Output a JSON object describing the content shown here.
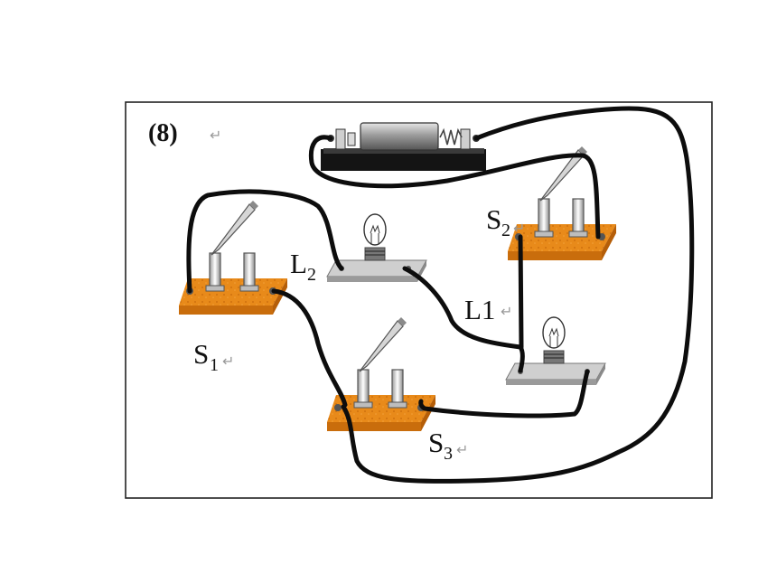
{
  "figure": {
    "number_label": "(8)",
    "return_mark": "↵"
  },
  "components": {
    "s1": {
      "main": "S",
      "sub": "1"
    },
    "s2": {
      "main": "S",
      "sub": "2"
    },
    "s3": {
      "main": "S",
      "sub": "3"
    },
    "l2": {
      "main": "L",
      "sub": "2"
    },
    "l1": {
      "text": "L1"
    }
  },
  "colors": {
    "wire": "#0d0d0d",
    "switch_base": "#e88a1a",
    "switch_base_side": "#c96d0c",
    "bulb_base": "#c8c8c8",
    "battery_body": "#9a9a9a",
    "frame": "#222222"
  },
  "icons": [
    "battery-icon",
    "switch-icon",
    "bulb-icon"
  ]
}
